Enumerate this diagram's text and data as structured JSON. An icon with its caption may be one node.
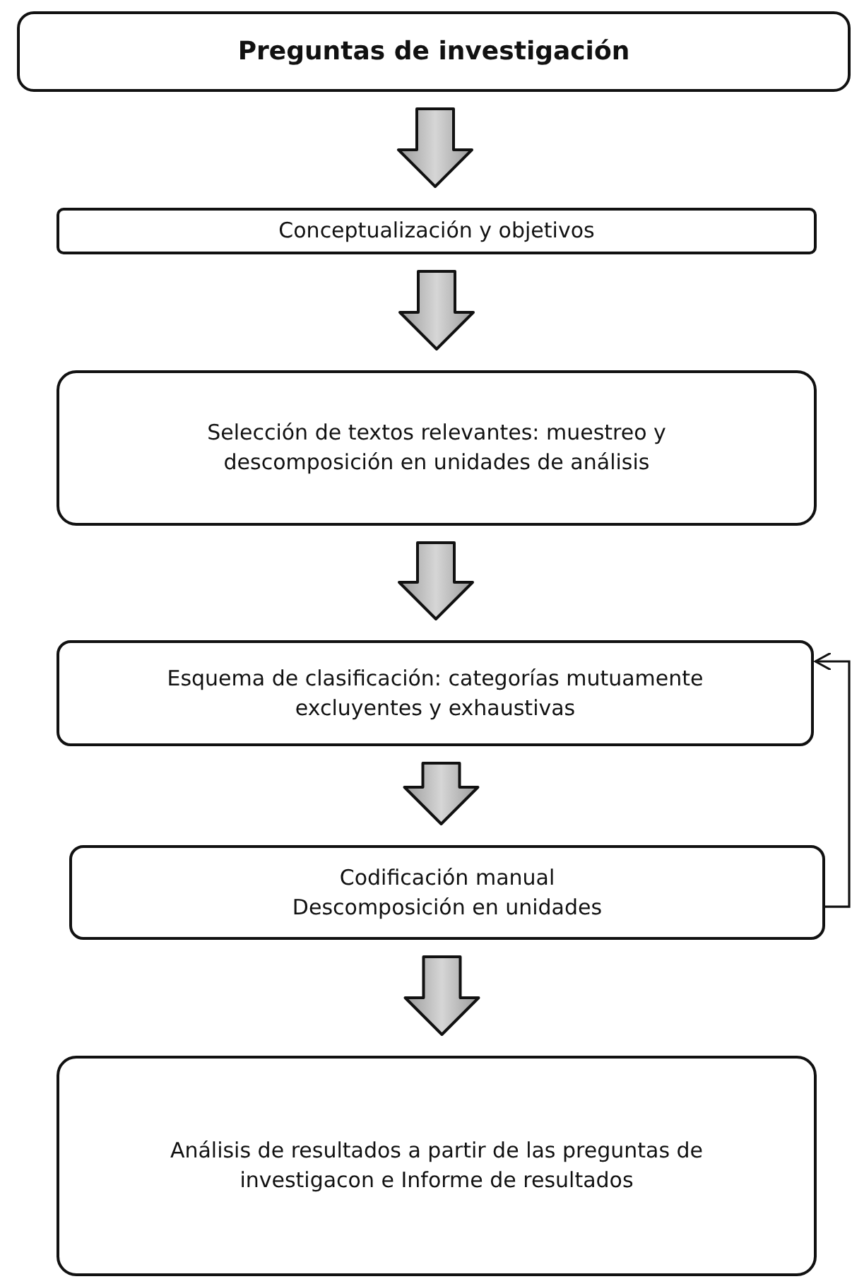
{
  "diagram": {
    "nodes": [
      {
        "text": [
          "Preguntas de investigación"
        ]
      },
      {
        "text": [
          "Conceptualización y objetivos"
        ]
      },
      {
        "text": [
          "Selección de textos relevantes: muestreo y descomposición en unidades de análisis"
        ]
      },
      {
        "text": [
          "Esquema de clasificación: categorías mutuamente excluyentes y exhaustivas"
        ]
      },
      {
        "text": [
          "Codificación manual",
          "Descomposición en unidades"
        ]
      },
      {
        "text": [
          "Análisis de resultados a partir de las preguntas de investigacon e Informe de resultados"
        ]
      }
    ],
    "edges": [
      {
        "from": 0,
        "to": 1,
        "arrow": "to",
        "style": "thick"
      },
      {
        "from": 1,
        "to": 2,
        "arrow": "to",
        "style": "thick"
      },
      {
        "from": 2,
        "to": 3,
        "arrow": "to",
        "style": "thick"
      },
      {
        "from": 3,
        "to": 4,
        "arrow": "to",
        "style": "thick"
      },
      {
        "from": 4,
        "to": 5,
        "arrow": "to",
        "style": "thick"
      },
      {
        "from": 4,
        "to": 3,
        "arrow": "to"
      }
    ]
  }
}
